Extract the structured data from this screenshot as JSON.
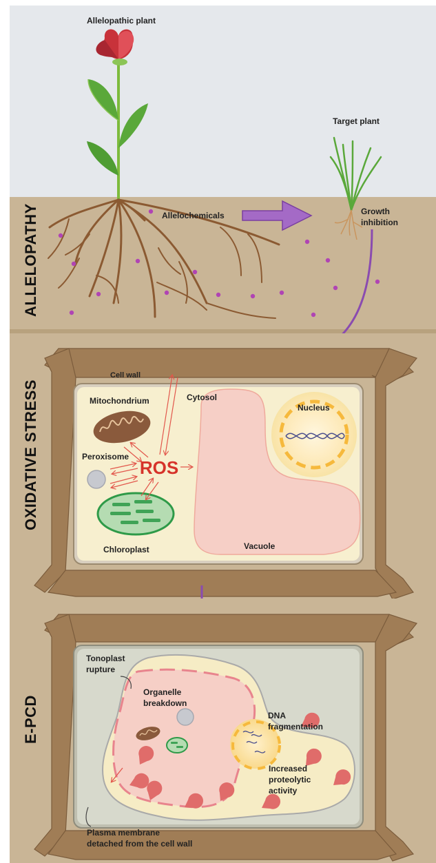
{
  "allelopathy": {
    "section_label": "ALLELOPATHY",
    "allelopathic_plant": "Allelopathic plant",
    "target_plant": "Target plant",
    "allelochemicals": "Allelochemicals",
    "growth_inhibition": [
      "Growth",
      "inhibition"
    ]
  },
  "oxidative_stress": {
    "section_label": "OXIDATIVE STRESS",
    "cell_wall": "Cell wall",
    "cytosol": "Cytosol",
    "mitochondrium": "Mitochondrium",
    "peroxisome": "Peroxisome",
    "ros": "ROS",
    "chloroplast": "Chloroplast",
    "nucleus": "Nucleus",
    "vacuole": "Vacuole"
  },
  "epcd": {
    "section_label": "E-PCD",
    "tonoplast_rupture": [
      "Tonoplast",
      "rupture"
    ],
    "organelle_breakdown": [
      "Organelle",
      "breakdown"
    ],
    "dna_fragmentation": [
      "DNA",
      "fragmentation"
    ],
    "increased_proteolytic_activity": [
      "Increased",
      "proteolytic",
      "activity"
    ],
    "plasma_membrane": [
      "Plasma membrane",
      "detached from the cell wall"
    ]
  },
  "colors": {
    "sky": "#e5e8ec",
    "soil": "#c9b596",
    "root": "#8b5a32",
    "wall": "#a07d56",
    "allelochemical": "#b044b4",
    "ros": "#d6332a",
    "arrow_purple": "#8a4bb0"
  }
}
